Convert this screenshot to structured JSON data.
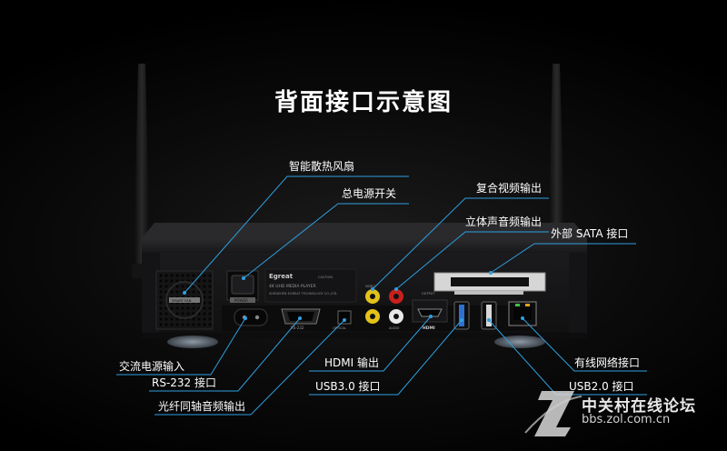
{
  "title": "背面接口示意图",
  "device": {
    "brand": "Egreat",
    "model": "4K UHD MEDIA PLAYER",
    "maker": "SHENZHEN EGREAT TECHNOLOGY CO.,LTD.",
    "power_label": "POWER",
    "caution": "CAUTION",
    "fan_badge": "SMART FAN",
    "rs232_label": "RS-232",
    "optical_label": "OPTICAL",
    "video_label": "VIDEO",
    "audio_label": "AUDIO",
    "hdmi_label": "HDMI",
    "hdmi_output": "OUTPUT"
  },
  "callouts": {
    "fan": "智能散热风扇",
    "power_switch": "总电源开关",
    "composite": "复合视频输出",
    "stereo": "立体声音频输出",
    "sata": "外部 SATA 接口",
    "ac": "交流电源输入",
    "rs232": "RS-232 接口",
    "hdmi": "HDMI 输出",
    "usb3": "USB3.0 接口",
    "optical": "光纤同轴音频输出",
    "lan": "有线网络接口",
    "usb2": "USB2.0 接口"
  },
  "watermark": {
    "site": "中关村在线论坛",
    "url": "bbs.zol.com.cn"
  },
  "colors": {
    "callout_line": "#2f9fe0",
    "chassis": "#202022",
    "rca_yellow": "#e3c21a",
    "rca_red": "#c8201c",
    "rca_white": "#e8e8e8",
    "usb_blue": "#2f6fd0"
  }
}
